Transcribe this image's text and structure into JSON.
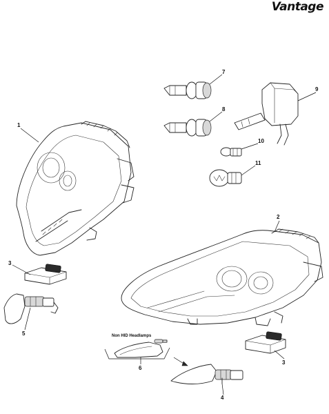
{
  "brand": {
    "logo_text": "Vantage"
  },
  "section_label": "Non HID Headlamps",
  "callouts": [
    {
      "id": "1",
      "label": "1"
    },
    {
      "id": "2",
      "label": "2"
    },
    {
      "id": "3a",
      "label": "3"
    },
    {
      "id": "3b",
      "label": "3"
    },
    {
      "id": "4",
      "label": "4"
    },
    {
      "id": "5",
      "label": "5"
    },
    {
      "id": "6",
      "label": "6"
    },
    {
      "id": "7",
      "label": "7"
    },
    {
      "id": "8",
      "label": "8"
    },
    {
      "id": "9",
      "label": "9"
    },
    {
      "id": "10",
      "label": "10"
    },
    {
      "id": "11",
      "label": "11"
    }
  ]
}
